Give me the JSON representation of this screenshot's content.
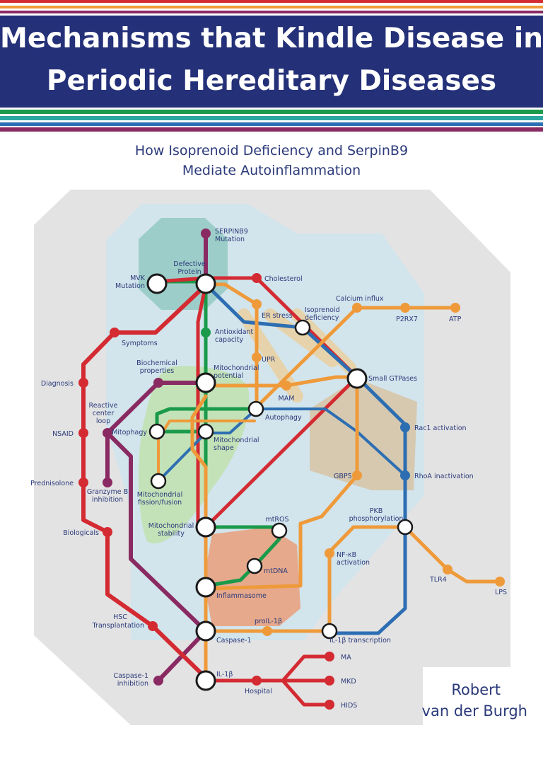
{
  "header": {
    "title_line1": "Mechanisms that Kindle Disease in",
    "title_line2": "Periodic Hereditary Diseases"
  },
  "subtitle": {
    "line1": "How Isoprenoid Deficiency and SerpinB9",
    "line2": "Mediate Autoinflammation"
  },
  "author": {
    "line1": "Robert",
    "line2": "van der Burgh"
  },
  "colors": {
    "background_panel": "#e3e3e3",
    "inner_region": "#d2e4ec",
    "title_box": "#243078",
    "red_line": "#d42a32",
    "orange_line": "#ef9a3a",
    "blue_line": "#2d6eb2",
    "green_line": "#1a9a4a",
    "purple_line": "#8a2a62",
    "teal_region": "#9dcdc9",
    "green_region": "#c3e2b8",
    "brown_region": "#d6c9b0",
    "salmon_region": "#e6a98c"
  },
  "stations": {
    "serpinb9_mutation": [
      "SERPINB9",
      "Mutation"
    ],
    "defective_protein": [
      "Defective",
      "Protein"
    ],
    "mvk_mutation": [
      "MVK",
      "Mutation"
    ],
    "cholesterol": [
      "Cholesterol"
    ],
    "calcium_influx": [
      "Calcium influx"
    ],
    "er_stress": [
      "ER stress"
    ],
    "isoprenoid_deficiency": [
      "Isoprenoid",
      "deficiency"
    ],
    "p2rx7": [
      "P2RX7"
    ],
    "atp": [
      "ATP"
    ],
    "symptoms": [
      "Symptoms"
    ],
    "antioxidant_capacity": [
      "Antioxidant",
      "capacity"
    ],
    "upr": [
      "UPR"
    ],
    "biochemical_properties": [
      "Biochemical",
      "properties"
    ],
    "diagnosis": [
      "Diagnosis"
    ],
    "mitochondrial_potential": [
      "Mitochondrial",
      "potential"
    ],
    "mam": [
      "MAM"
    ],
    "small_gtpases": [
      "Small GTPases"
    ],
    "reactive_center_loop": [
      "Reactive",
      "center",
      "loop"
    ],
    "autophagy": [
      "Autophagy"
    ],
    "nsaid": [
      "NSAID"
    ],
    "mitophagy": [
      "Mitophagy"
    ],
    "mitochondrial_shape": [
      "Mitochondrial",
      "shape"
    ],
    "rac1_activation": [
      "Rac1 activation"
    ],
    "prednisolone": [
      "Prednisolone"
    ],
    "granzyme_b_inhibition": [
      "Granzyme B",
      "inhibition"
    ],
    "gbp5": [
      "GBP5"
    ],
    "rhoa_inactivation": [
      "RhoA inactivation"
    ],
    "mitochondrial_fission_fusion": [
      "Mitochondrial",
      "fission/fusion"
    ],
    "pkb_phosphorylation": [
      "PKB",
      "phosphorylation"
    ],
    "biologicals": [
      "Biologicals"
    ],
    "mtros": [
      "mtROS"
    ],
    "mitochondrial_stability": [
      "Mitochondrial",
      "stability"
    ],
    "nfkb_activation": [
      "NF-κB",
      "activation"
    ],
    "mtdna": [
      "mtDNA"
    ],
    "tlr4": [
      "TLR4"
    ],
    "inflammasome": [
      "Inflammasome"
    ],
    "lps": [
      "LPS"
    ],
    "hsc_transplantation": [
      "HSC",
      "Transplantation"
    ],
    "prol1b": [
      "proIL-1β"
    ],
    "caspase1": [
      "Caspase-1"
    ],
    "il1b_transcription": [
      "IL-1β transcription"
    ],
    "ma": [
      "MA"
    ],
    "caspase1_inhibition": [
      "Caspase-1",
      "inhibition"
    ],
    "il1b": [
      "IL-1β"
    ],
    "mkd": [
      "MKD"
    ],
    "hospital": [
      "Hospital"
    ],
    "hids": [
      "HIDS"
    ]
  }
}
